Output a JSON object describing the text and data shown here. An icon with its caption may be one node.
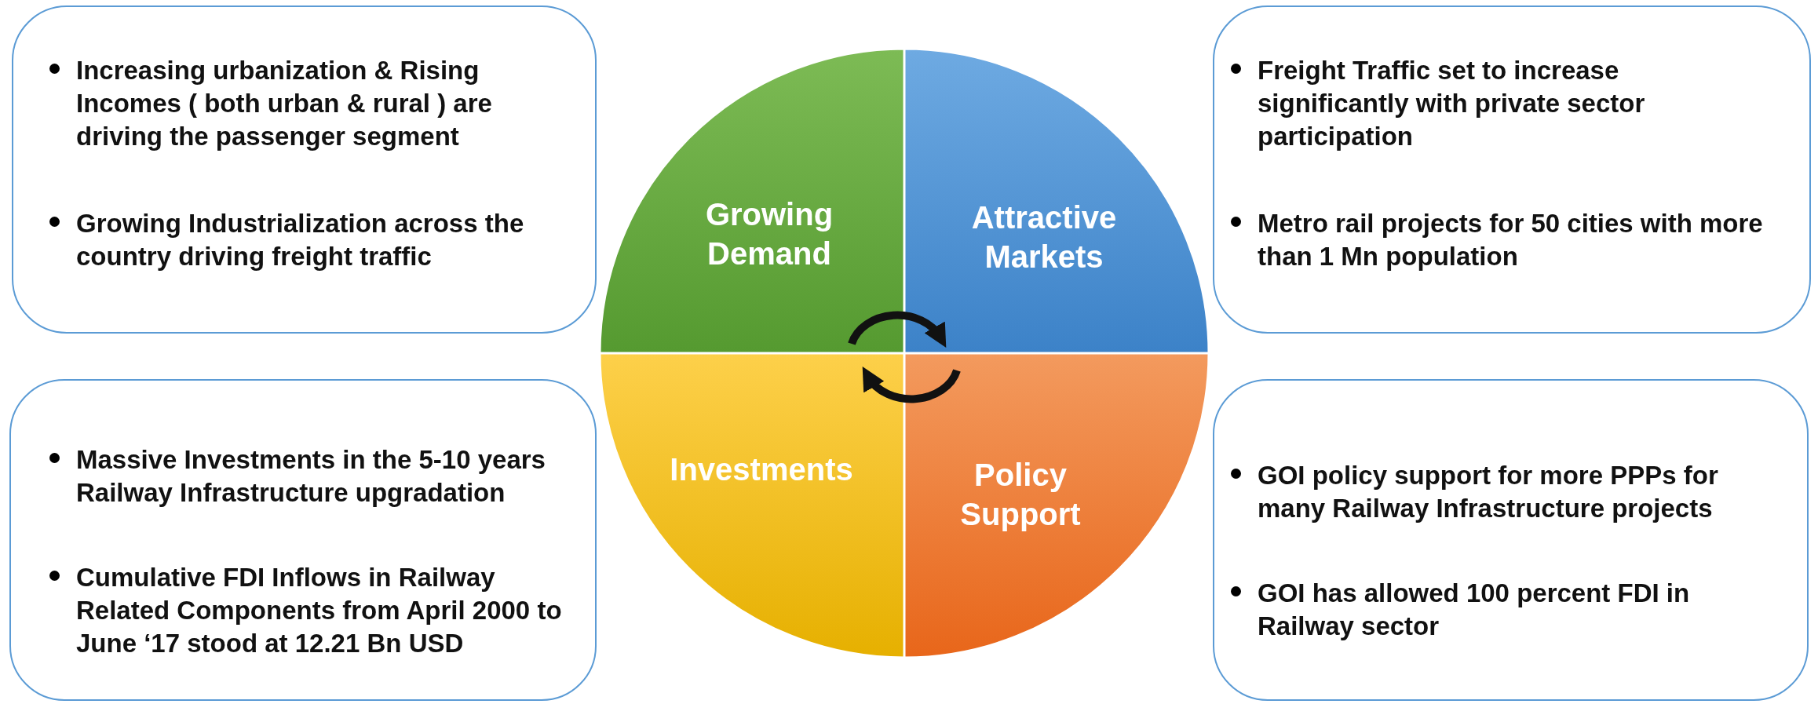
{
  "diagram": {
    "nodes": [
      {
        "text": [
          "Increasing urbanization  & Rising Incomes ( both urban & rural ) are driving the passenger segment",
          "Growing Industrialization across the country driving freight traffic"
        ]
      },
      {
        "text": [
          "Growing Demand"
        ]
      },
      {
        "text": [
          "Attractive Markets"
        ]
      },
      {
        "text": [
          "Freight Traffic set to increase significantly with private sector participation",
          "Metro rail projects for 50 cities with more than 1 Mn population"
        ]
      },
      {
        "text": [
          "Massive Investments in the 5-10 years Railway Infrastructure upgradation",
          "Cumulative FDI Inflows in Railway Related Components from April 2000 to June ‘17 stood at 12.21 Bn USD"
        ]
      },
      {
        "text": [
          "Investments"
        ]
      },
      {
        "text": [
          "Policy Support"
        ]
      },
      {
        "text": [
          "GOI policy support for more PPPs for many Railway Infrastructure projects",
          "GOI has allowed 100 percent FDI in Railway sector"
        ]
      }
    ],
    "edges": [
      {
        "from": 1,
        "to": 2,
        "arrow": "to"
      },
      {
        "from": 6,
        "to": 5,
        "arrow": "to"
      }
    ]
  }
}
